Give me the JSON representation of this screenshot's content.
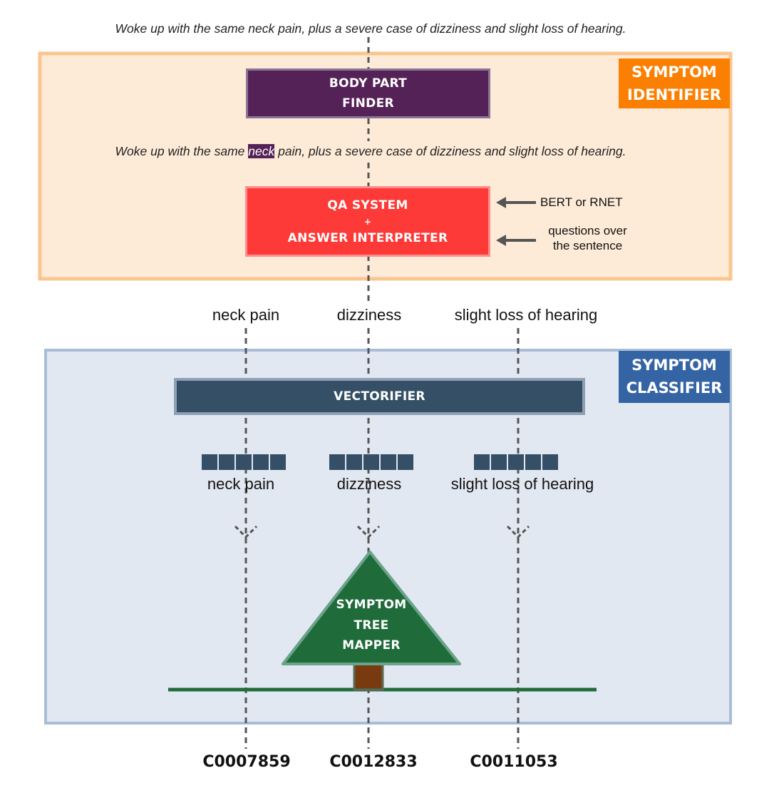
{
  "input_sentence": "Woke up with the same neck pain, plus a severe case of dizziness and slight loss of hearing.",
  "highlighted_sentence": {
    "before": "Woke up with the same ",
    "highlight": "neck",
    "after": " pain, plus a severe case of dizziness and slight loss of hearing."
  },
  "symptom_identifier": {
    "tag_line1": "SYMPTOM",
    "tag_line2": "IDENTIFIER",
    "body_part_finder": {
      "line1": "BODY PART",
      "line2": "FINDER"
    },
    "qa_system": {
      "line1": "QA SYSTEM",
      "plus": "+",
      "line2": "ANSWER INTERPRETER"
    },
    "notes": {
      "model": "BERT or RNET",
      "questions_line1": "questions over",
      "questions_line2": "the sentence"
    }
  },
  "extracted_symptoms": [
    "neck pain",
    "dizziness",
    "slight loss of hearing"
  ],
  "symptom_classifier": {
    "tag_line1": "SYMPTOM",
    "tag_line2": "CLASSIFIER",
    "vectorifier": "VECTORIFIER",
    "vector_labels": [
      "neck pain",
      "dizziness",
      "slight loss of hearing"
    ],
    "tree_mapper": {
      "line1": "SYMPTOM",
      "line2": "TREE",
      "line3": "MAPPER"
    }
  },
  "output_codes": [
    "C0007859",
    "C0012833",
    "C0011053"
  ],
  "colors": {
    "identifier_bg": "#fdebd8",
    "identifier_border": "#fbc58f",
    "identifier_tag": "#fb7f00",
    "body_part_finder": "#552257",
    "qa_system": "#fd3a38",
    "classifier_bg": "#e2e8f1",
    "classifier_border": "#a9bcd8",
    "classifier_tag": "#3564a4",
    "vectorifier": "#344f66",
    "tree_green": "#1f6b3a",
    "tree_trunk": "#7a3a10"
  }
}
